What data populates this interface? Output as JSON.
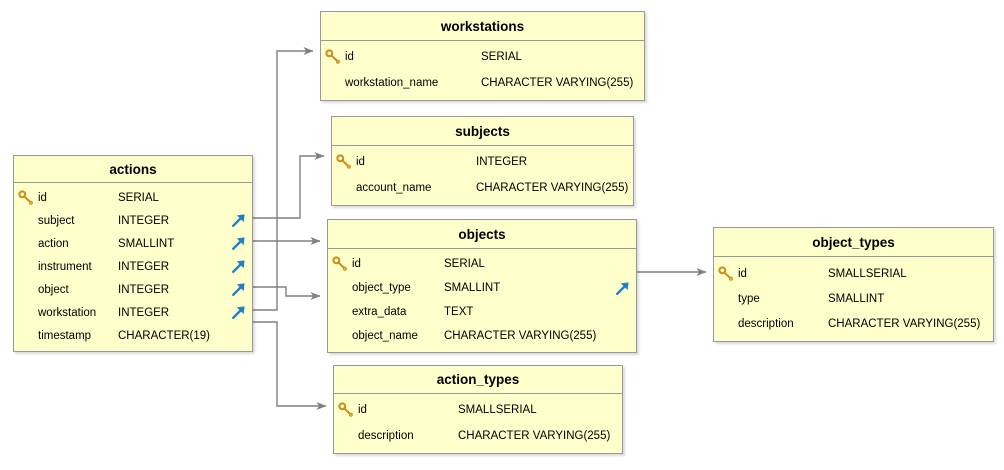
{
  "diagram": {
    "title": "database-schema-er-diagram",
    "colors": {
      "table_fill": "#ffffcc",
      "table_border": "#999999",
      "edge_line": "#808080",
      "key_icon": "#e0a92a",
      "fk_arrow": "#1f7fc4",
      "background": "#ffffff"
    }
  },
  "tables": [
    {
      "id": "actions",
      "name": "actions",
      "columns": [
        {
          "name": "id",
          "type": "SERIAL",
          "pk": true,
          "fk": false
        },
        {
          "name": "subject",
          "type": "INTEGER",
          "pk": false,
          "fk": true
        },
        {
          "name": "action",
          "type": "SMALLINT",
          "pk": false,
          "fk": true
        },
        {
          "name": "instrument",
          "type": "INTEGER",
          "pk": false,
          "fk": true
        },
        {
          "name": "object",
          "type": "INTEGER",
          "pk": false,
          "fk": true
        },
        {
          "name": "workstation",
          "type": "INTEGER",
          "pk": false,
          "fk": true
        },
        {
          "name": "timestamp",
          "type": "CHARACTER(19)",
          "pk": false,
          "fk": false
        }
      ]
    },
    {
      "id": "workstations",
      "name": "workstations",
      "columns": [
        {
          "name": "id",
          "type": "SERIAL",
          "pk": true,
          "fk": false
        },
        {
          "name": "workstation_name",
          "type": "CHARACTER VARYING(255)",
          "pk": false,
          "fk": false
        }
      ]
    },
    {
      "id": "subjects",
      "name": "subjects",
      "columns": [
        {
          "name": "id",
          "type": "INTEGER",
          "pk": true,
          "fk": false
        },
        {
          "name": "account_name",
          "type": "CHARACTER VARYING(255)",
          "pk": false,
          "fk": false
        }
      ]
    },
    {
      "id": "objects",
      "name": "objects",
      "columns": [
        {
          "name": "id",
          "type": "SERIAL",
          "pk": true,
          "fk": false
        },
        {
          "name": "object_type",
          "type": "SMALLINT",
          "pk": false,
          "fk": true
        },
        {
          "name": "extra_data",
          "type": "TEXT",
          "pk": false,
          "fk": false
        },
        {
          "name": "object_name",
          "type": "CHARACTER VARYING(255)",
          "pk": false,
          "fk": false
        }
      ]
    },
    {
      "id": "object_types",
      "name": "object_types",
      "columns": [
        {
          "name": "id",
          "type": "SMALLSERIAL",
          "pk": true,
          "fk": false
        },
        {
          "name": "type",
          "type": "SMALLINT",
          "pk": false,
          "fk": false
        },
        {
          "name": "description",
          "type": "CHARACTER VARYING(255)",
          "pk": false,
          "fk": false
        }
      ]
    },
    {
      "id": "action_types",
      "name": "action_types",
      "columns": [
        {
          "name": "id",
          "type": "SMALLSERIAL",
          "pk": true,
          "fk": false
        },
        {
          "name": "description",
          "type": "CHARACTER VARYING(255)",
          "pk": false,
          "fk": false
        }
      ]
    }
  ],
  "relationships": [
    {
      "from": "actions.workstation",
      "to": "workstations.id"
    },
    {
      "from": "actions.subject",
      "to": "subjects.id"
    },
    {
      "from": "actions.object",
      "to": "objects.id"
    },
    {
      "from": "actions.instrument",
      "to": "objects.id"
    },
    {
      "from": "actions.action",
      "to": "action_types.id"
    },
    {
      "from": "objects.object_type",
      "to": "object_types.id"
    }
  ],
  "icons": {
    "primary_key": "key-icon",
    "foreign_key": "fk-arrow-icon",
    "relation_arrow": "arrow-head-icon"
  }
}
